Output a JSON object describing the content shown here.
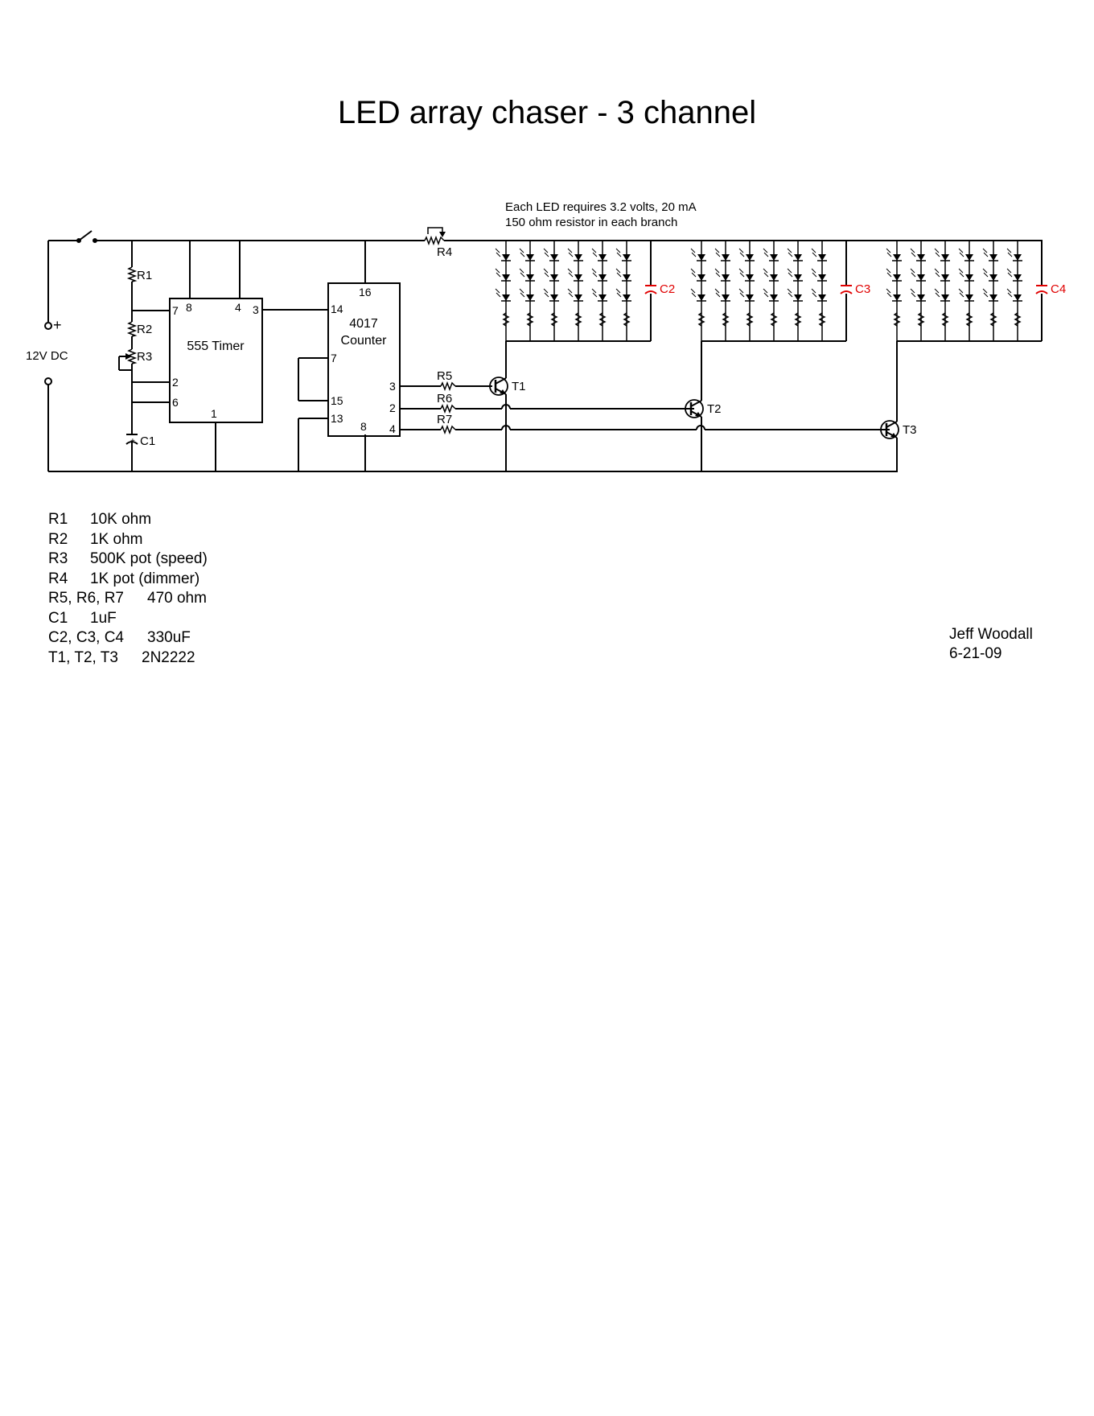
{
  "title": "LED array chaser - 3 channel",
  "notes": [
    "Each LED requires 3.2 volts, 20 mA",
    "150 ohm resistor in each branch"
  ],
  "labels": {
    "supply": "12V DC",
    "plus": "+",
    "r1": "R1",
    "r2": "R2",
    "r3": "R3",
    "r4": "R4",
    "r5": "R5",
    "r6": "R6",
    "r7": "R7",
    "c1": "C1",
    "c2": "C2",
    "c3": "C3",
    "c4": "C4",
    "t1": "T1",
    "t2": "T2",
    "t3": "T3"
  },
  "chip_555": {
    "name": "555 Timer",
    "pins": {
      "p7": "7",
      "p8": "8",
      "p4": "4",
      "p3": "3",
      "p2": "2",
      "p6": "6",
      "p1": "1"
    }
  },
  "chip_4017": {
    "name_line1": "4017",
    "name_line2": "Counter",
    "pins": {
      "p16": "16",
      "p14": "14",
      "p7": "7",
      "p15": "15",
      "p13": "13",
      "p8": "8",
      "p3": "3",
      "p2": "2",
      "p4": "4"
    }
  },
  "parts_list": [
    {
      "ref": "R1",
      "value": "10K ohm"
    },
    {
      "ref": "R2",
      "value": "1K ohm"
    },
    {
      "ref": "R3",
      "value": "500K pot (speed)"
    },
    {
      "ref": "R4",
      "value": "1K pot (dimmer)"
    },
    {
      "ref": "R5, R6, R7",
      "value": "470 ohm"
    },
    {
      "ref": "C1",
      "value": "1uF"
    },
    {
      "ref": "C2, C3, C4",
      "value": "330uF"
    },
    {
      "ref": "T1, T2, T3",
      "value": "2N2222"
    }
  ],
  "author": {
    "name": "Jeff Woodall",
    "date": "6-21-09"
  },
  "colors": {
    "wire": "#000000",
    "highlight": "#e00000"
  }
}
